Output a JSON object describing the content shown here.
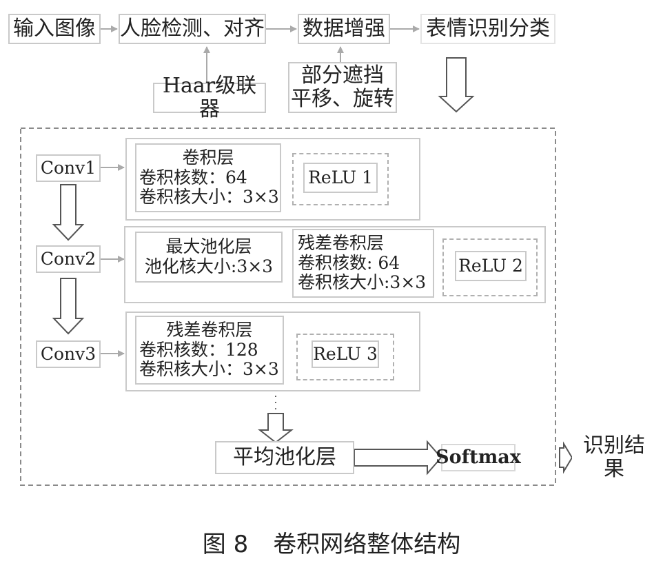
{
  "pipeline": {
    "input": "输入图像",
    "face": "人脸检测、对齐",
    "augment": "数据增强",
    "classify": "表情识别分类",
    "haar": "Haar级联器",
    "augment_note_1": "部分遮挡",
    "augment_note_2": "平移、旋转"
  },
  "network": {
    "conv1": {
      "label": "Conv1",
      "layer_title": "卷积层",
      "kernels": "卷积核数：64",
      "size": "卷积核大小：3×3",
      "relu": "ReLU 1"
    },
    "conv2": {
      "label": "Conv2",
      "pool_title": "最大池化层",
      "pool_size": "池化核大小:3×3",
      "res_title": "残差卷积层",
      "res_kernels": "卷积核数: 64",
      "res_size": "卷积核大小:3×3",
      "relu": "ReLU 2"
    },
    "conv3": {
      "label": "Conv3",
      "layer_title": "残差卷积层",
      "kernels": "卷积核数：128",
      "size": "卷积核大小：3×3",
      "relu": "ReLU 3"
    },
    "avgpool": "平均池化层",
    "softmax": "Softmax",
    "result": "识别结果"
  },
  "caption": {
    "number": "图 8",
    "title": "卷积网络整体结构"
  }
}
